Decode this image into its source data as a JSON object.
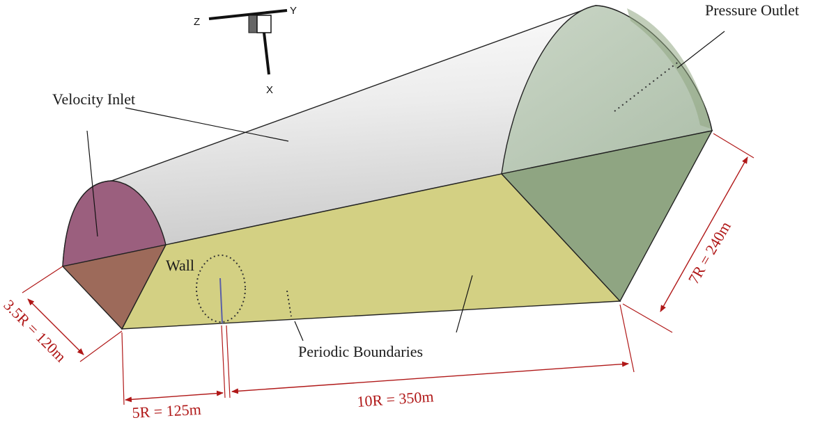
{
  "labels": {
    "velocity_inlet": "Velocity Inlet",
    "pressure_outlet": "Pressure Outlet",
    "wall": "Wall",
    "periodic_boundaries": "Periodic Boundaries"
  },
  "dimensions": {
    "width": "3.5R = 120m",
    "upstream": "5R = 125m",
    "downstream": "10R = 350m",
    "height": "7R = 240m"
  },
  "axes": {
    "z": "Z",
    "y": "Y",
    "x": "X"
  },
  "colors": {
    "inlet": "#9b5f7e",
    "inlet_lower": "#9d6a5a",
    "floor": "#d3d083",
    "cylinder": "#d6d6d6",
    "outlet": "#b9c9b4",
    "outlet_lower": "#8fa582",
    "dimension": "#b01818"
  }
}
